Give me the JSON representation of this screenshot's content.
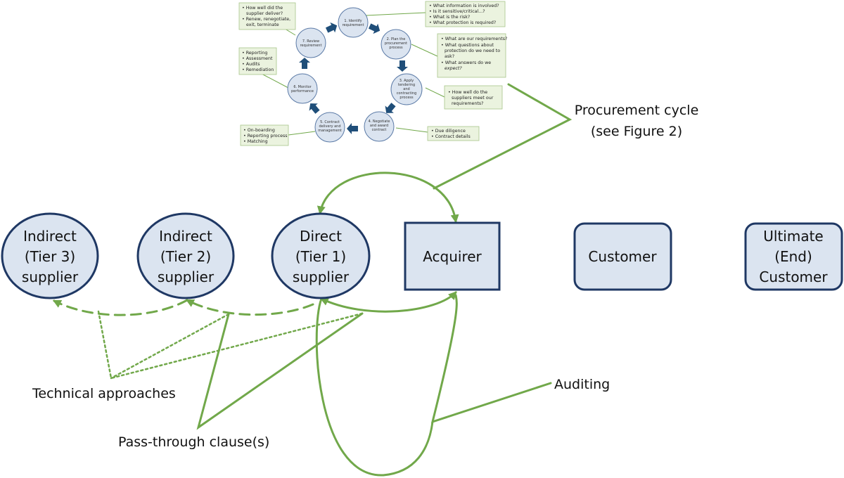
{
  "entities": {
    "tier3": [
      "Indirect",
      "(Tier 3)",
      "supplier"
    ],
    "tier2": [
      "Indirect",
      "(Tier 2)",
      "supplier"
    ],
    "tier1": [
      "Direct",
      "(Tier 1)",
      "supplier"
    ],
    "acquirer": [
      "Acquirer"
    ],
    "customer": [
      "Customer"
    ],
    "end_customer": [
      "Ultimate",
      "(End)",
      "Customer"
    ]
  },
  "labels": {
    "procurement_cycle": [
      "Procurement cycle",
      "(see Figure 2)"
    ],
    "technical_approaches": "Technical approaches",
    "pass_through": "Pass-through clause(s)",
    "auditing": "Auditing"
  },
  "cycle": {
    "steps": [
      [
        "1. Identify",
        "requirement"
      ],
      [
        "2. Plan the",
        "procurement",
        "process"
      ],
      [
        "3. Apply",
        "tendering",
        "and",
        "contracting",
        "process"
      ],
      [
        "4. Negotiate",
        "and award",
        "contract"
      ],
      [
        "5. Contract",
        "delivery and",
        "management"
      ],
      [
        "6. Monitor",
        "performance"
      ],
      [
        "7. Review",
        "requirement"
      ]
    ],
    "notes": {
      "step1": [
        "What information is involved?",
        "Is it sensitive/critical...?",
        "What is the risk?",
        "What protection is required?"
      ],
      "step2": [
        "What are our requirements?",
        "What questions about",
        "protection do we need to",
        "ask?",
        "What answers do we",
        "expect?"
      ],
      "step3": [
        "How well do the",
        "suppliers meet our",
        "requirements?"
      ],
      "step4": [
        "Due diligence",
        "Contract details"
      ],
      "step5": [
        "On-boarding",
        "Reporting process",
        "Matching"
      ],
      "step6": [
        "Reporting",
        "Assessment",
        "Audits",
        "Remediation"
      ],
      "step7": [
        "How well did the",
        "supplier deliver?",
        "Renew, renegotiate,",
        "exit, terminate"
      ]
    }
  },
  "colors": {
    "node_fill": "#dbe4f0",
    "node_stroke": "#1f3864",
    "connector": "#71a84a",
    "cycle_fill": "#dbe4f0",
    "cycle_stroke": "#5b7aa6",
    "cycle_arrow": "#1f4e79",
    "note_fill": "#ebf3df",
    "note_stroke": "#a8c58a"
  },
  "icons": {
    "cycle_arrows": "block-arrow",
    "note_bullets": "bullet"
  }
}
